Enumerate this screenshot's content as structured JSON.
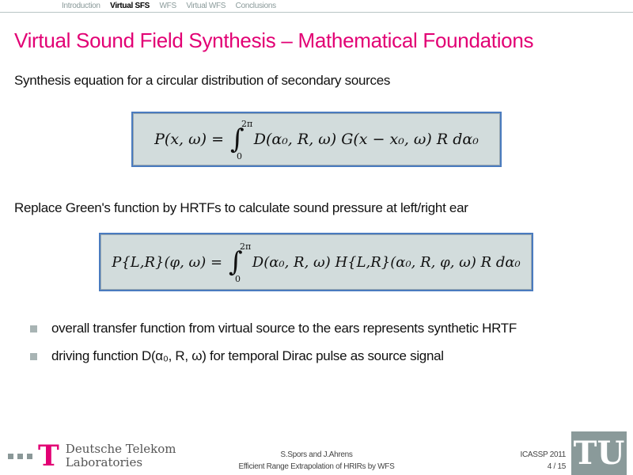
{
  "nav": {
    "items": [
      "Introduction",
      "Virtual SFS",
      "WFS",
      "Virtual WFS",
      "Conclusions"
    ],
    "active": 1
  },
  "title": "Virtual Sound Field Synthesis – Mathematical Foundations",
  "intro": "Synthesis equation for a circular distribution of secondary sources",
  "eq1": {
    "lhs": "P(x, ω) =",
    "upper": "2π",
    "lower": "0",
    "rhs": "D(α₀, R, ω) G(x − x₀, ω) R dα₀"
  },
  "replace": "Replace Green's function by HRTFs to calculate sound pressure at left/right ear",
  "eq2": {
    "lhs": "P{L,R}(φ, ω) =",
    "upper": "2π",
    "lower": "0",
    "rhs": "D(α₀, R, ω) H{L,R}(α₀, R, φ, ω) R dα₀"
  },
  "bullets": [
    "overall transfer function from virtual source to the ears represents synthetic HRTF",
    "driving function D(α₀, R, ω) for temporal Dirac pulse as source signal"
  ],
  "footer": {
    "logo_line1": "Deutsche Telekom",
    "logo_line2": "Laboratories",
    "authors": "S.Spors and J.Ahrens",
    "talk": "Efficient Range Extrapolation of HRIRs by WFS",
    "conf": "ICASSP 2011",
    "page": "4 / 15",
    "tu_logo": "TU"
  },
  "colors": {
    "accent": "#e20074",
    "box_border": "#4a7bbf",
    "box_bg": "#d2dcdc"
  }
}
